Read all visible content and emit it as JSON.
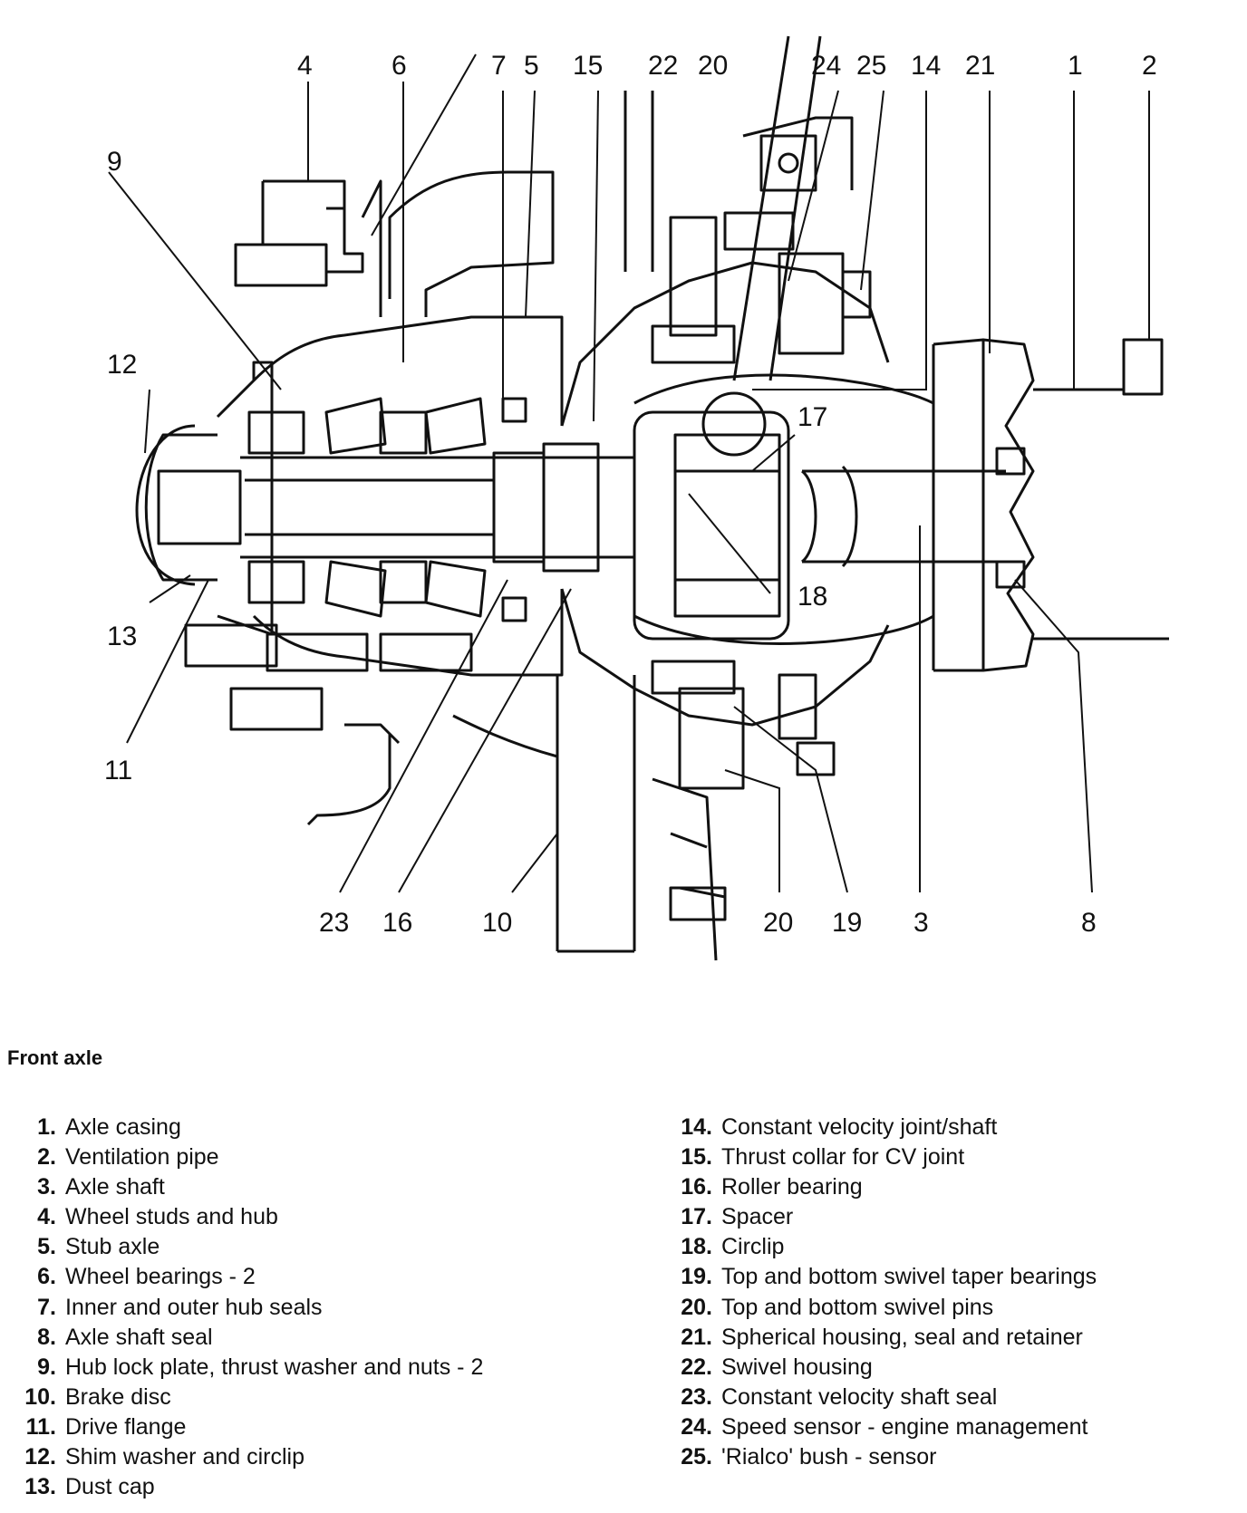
{
  "caption": "Front axle",
  "callouts": [
    "4",
    "6",
    "7",
    "5",
    "15",
    "22",
    "20",
    "24",
    "25",
    "14",
    "21",
    "1",
    "2",
    "9",
    "12",
    "17",
    "18",
    "13",
    "11",
    "23",
    "16",
    "10",
    "20",
    "19",
    "3",
    "8"
  ],
  "legend_left": [
    {
      "num": "1.",
      "text": "Axle casing"
    },
    {
      "num": "2.",
      "text": "Ventilation pipe"
    },
    {
      "num": "3.",
      "text": "Axle shaft"
    },
    {
      "num": "4.",
      "text": "Wheel studs and hub"
    },
    {
      "num": "5.",
      "text": "Stub axle"
    },
    {
      "num": "6.",
      "text": "Wheel bearings - 2"
    },
    {
      "num": "7.",
      "text": "Inner and outer hub seals"
    },
    {
      "num": "8.",
      "text": "Axle shaft seal"
    },
    {
      "num": "9.",
      "text": "Hub lock plate, thrust washer and nuts - 2"
    },
    {
      "num": "10.",
      "text": "Brake disc"
    },
    {
      "num": "11.",
      "text": "Drive flange"
    },
    {
      "num": "12.",
      "text": "Shim washer and circlip"
    },
    {
      "num": "13.",
      "text": "Dust cap"
    }
  ],
  "legend_right": [
    {
      "num": "14.",
      "text": "Constant velocity joint/shaft"
    },
    {
      "num": "15.",
      "text": "Thrust collar for CV joint"
    },
    {
      "num": "16.",
      "text": "Roller bearing"
    },
    {
      "num": "17.",
      "text": "Spacer"
    },
    {
      "num": "18.",
      "text": "Circlip"
    },
    {
      "num": "19.",
      "text": "Top and bottom swivel taper bearings"
    },
    {
      "num": "20.",
      "text": "Top and bottom swivel pins"
    },
    {
      "num": "21.",
      "text": "Spherical housing, seal and retainer"
    },
    {
      "num": "22.",
      "text": "Swivel housing"
    },
    {
      "num": "23.",
      "text": "Constant velocity shaft seal"
    },
    {
      "num": "24.",
      "text": "Speed sensor - engine management"
    },
    {
      "num": "25.",
      "text": "'Rialco' bush - sensor"
    }
  ]
}
